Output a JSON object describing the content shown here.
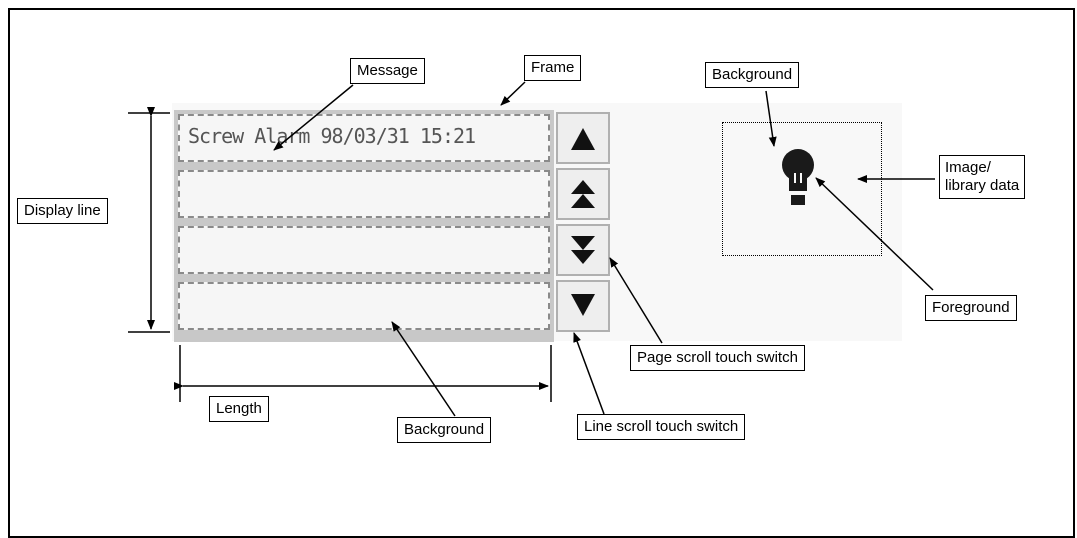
{
  "labels": {
    "message": "Message",
    "frame": "Frame",
    "background_top": "Background",
    "display_line": "Display line",
    "image_library": "Image/\nlibrary data",
    "foreground": "Foreground",
    "page_scroll": "Page scroll touch switch",
    "length": "Length",
    "background_bottom": "Background",
    "line_scroll": "Line scroll touch switch"
  },
  "message_row_text": "Screw Alarm 98/03/31 15:21",
  "icons": {
    "line_up": "triangle-up-icon",
    "page_up": "double-triangle-up-icon",
    "page_down": "double-triangle-down-icon",
    "line_down": "triangle-down-icon",
    "lamp": "lamp-icon"
  },
  "colors": {
    "outline": "#000000",
    "row_background": "#f6f6f6",
    "row_border": "#8a8a8a",
    "button_face": "#eeeeee"
  }
}
